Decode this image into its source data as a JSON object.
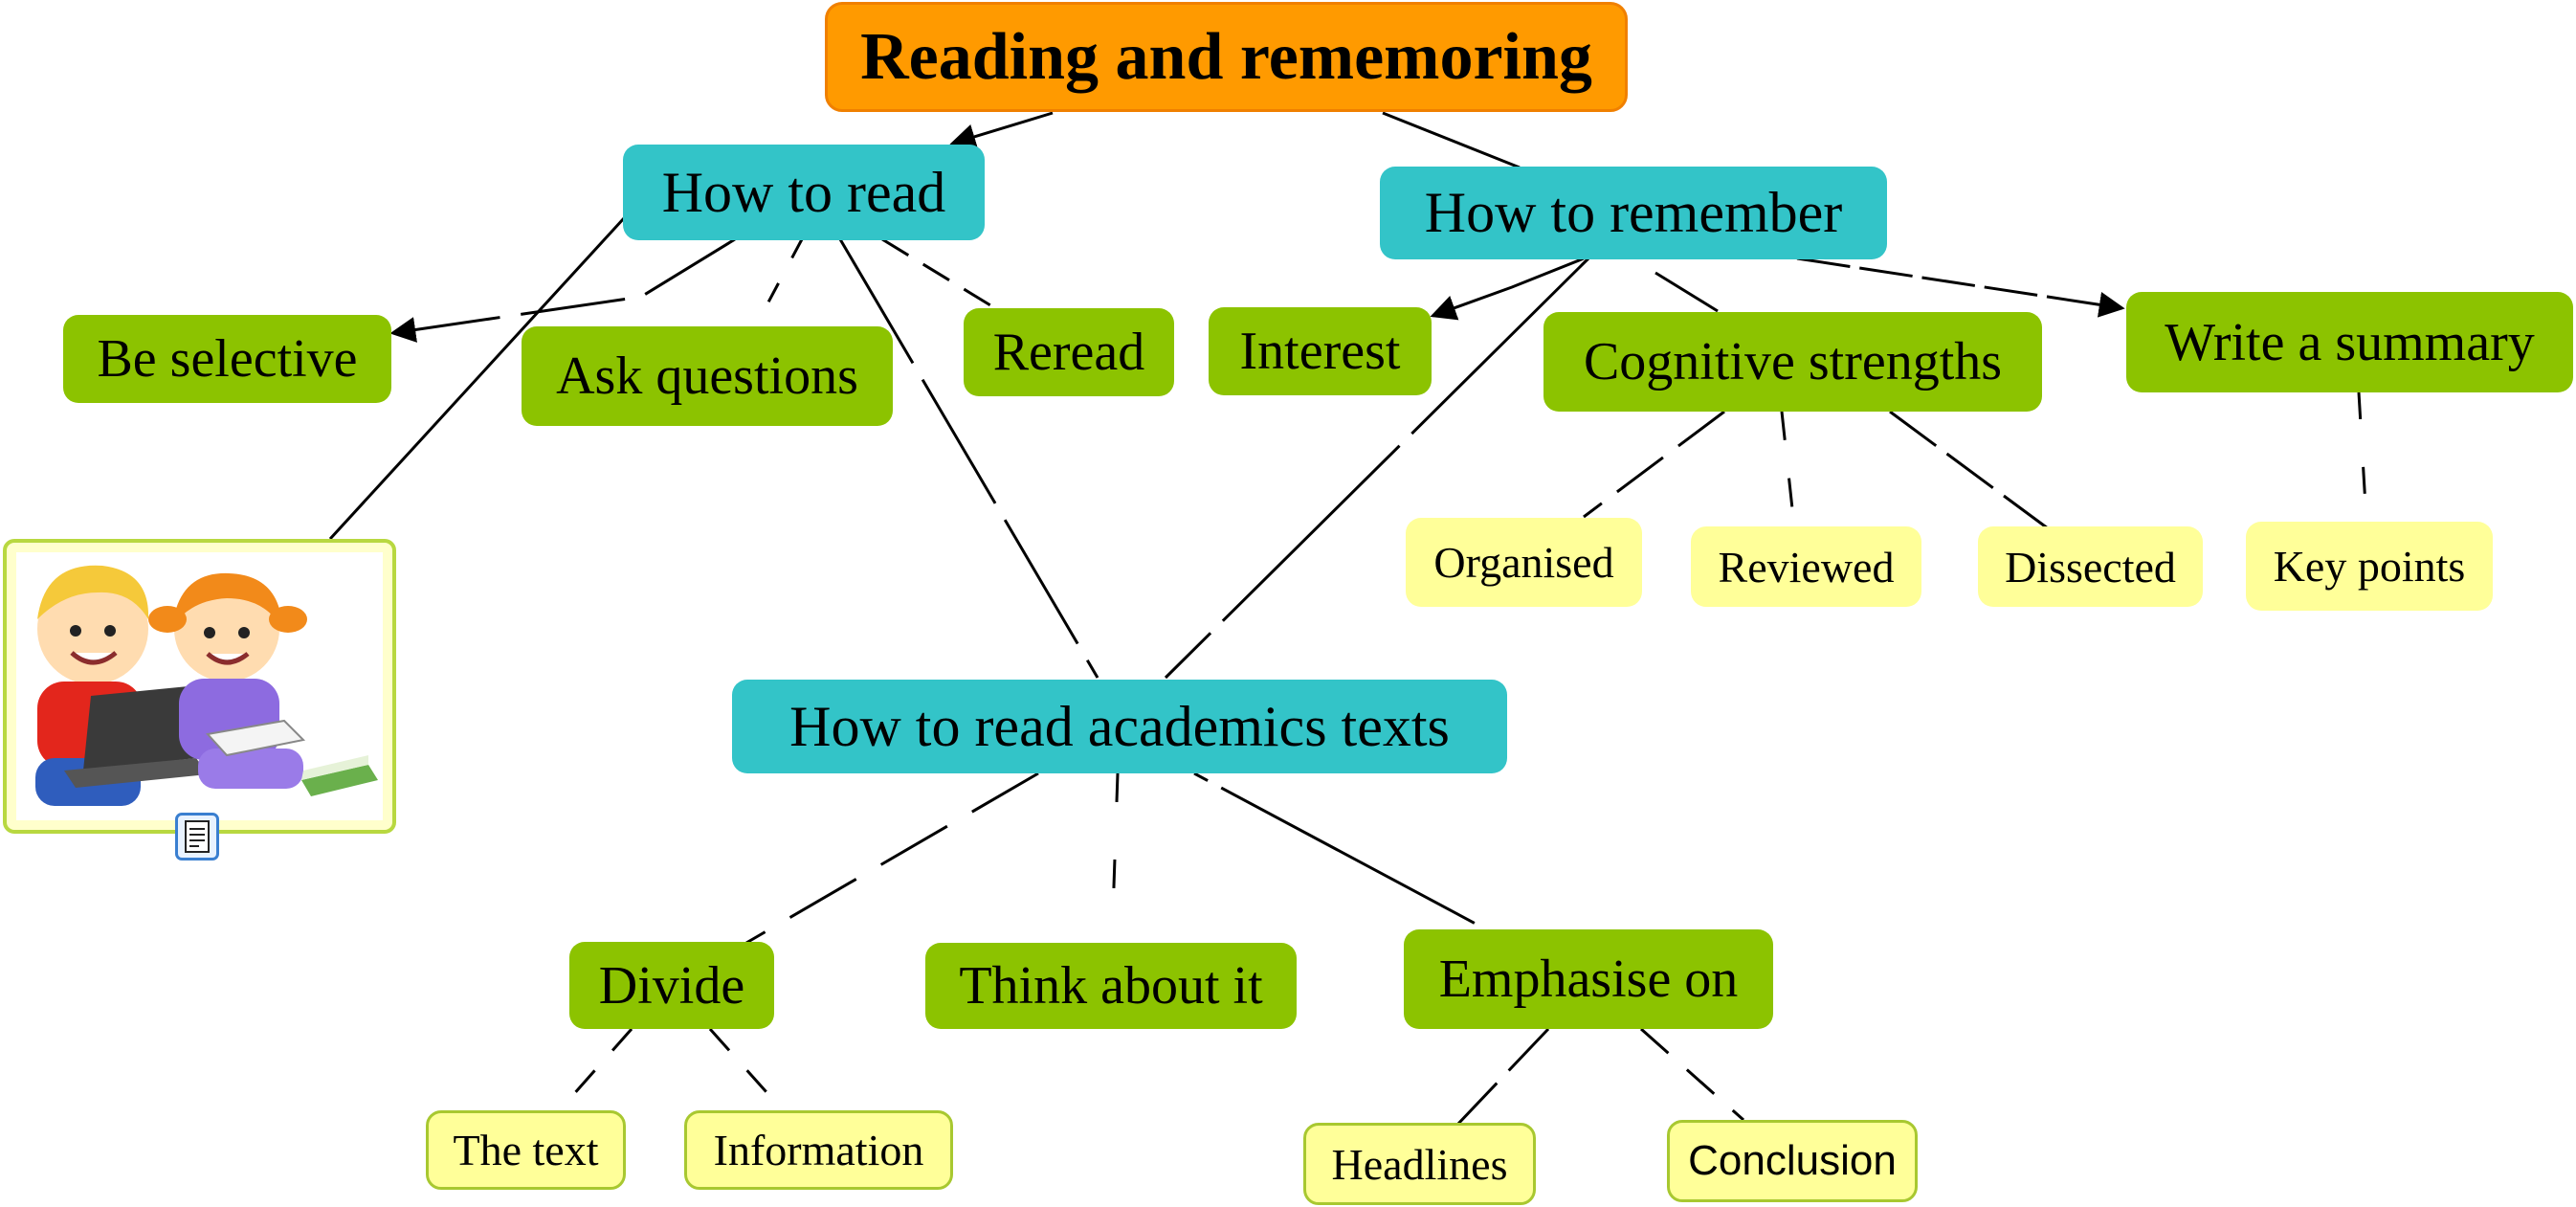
{
  "title": "Reading and rememoring",
  "branches": {
    "how_to_read": {
      "label": "How to read",
      "children": [
        "Be selective",
        "Ask questions",
        "Reread"
      ]
    },
    "how_to_remember": {
      "label": "How to remember",
      "children": {
        "interest": "Interest",
        "cognitive_strengths": {
          "label": "Cognitive strengths",
          "children": [
            "Organised",
            "Reviewed",
            "Dissected"
          ]
        },
        "write_summary": {
          "label": "Write a summary",
          "children": [
            "Key points"
          ]
        }
      }
    },
    "academic_texts": {
      "label": "How to read academics texts",
      "children": {
        "divide": {
          "label": "Divide",
          "children": [
            "The text",
            "Information"
          ]
        },
        "think": {
          "label": "Think about it"
        },
        "emphasise": {
          "label": "Emphasise on",
          "children": [
            "Headlines",
            "Conclusion"
          ]
        }
      }
    }
  },
  "image": {
    "alt": "children-reading-illustration",
    "icon": "document-icon"
  },
  "colors": {
    "root": "#ff9a00",
    "teal": "#33c4c8",
    "green": "#8cc300",
    "yellow": "#ffff99",
    "line": "#000000"
  }
}
